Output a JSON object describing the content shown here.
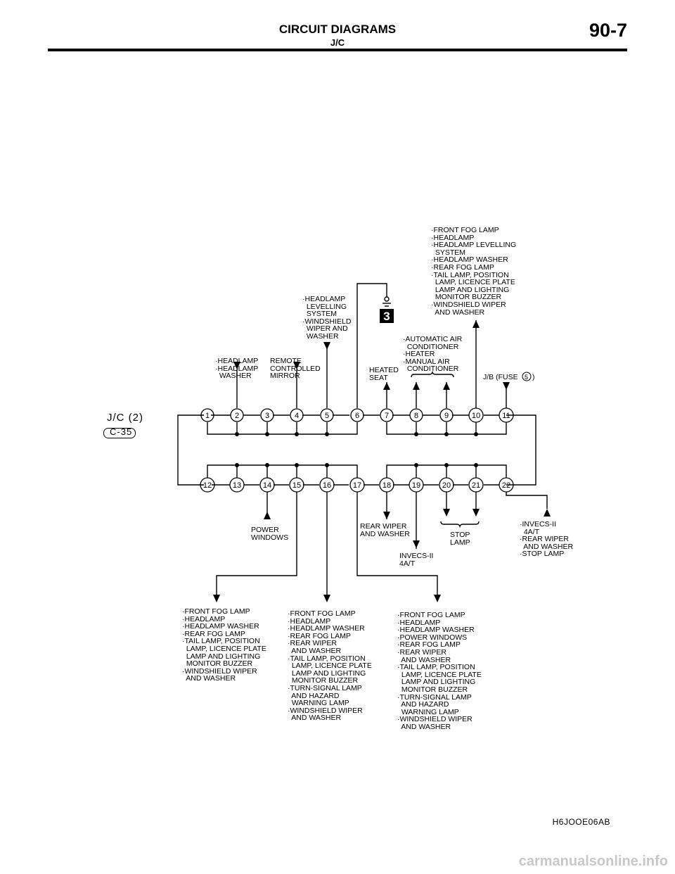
{
  "header": {
    "title": "CIRCUIT DIAGRAMS",
    "subtitle": "J/C",
    "page": "90-7"
  },
  "connector": {
    "name": "J/C (2)",
    "code": "C-35"
  },
  "pins_top": [
    "1",
    "2",
    "3",
    "4",
    "5",
    "6",
    "7",
    "8",
    "9",
    "10",
    "11"
  ],
  "pins_bottom": [
    "12",
    "13",
    "14",
    "15",
    "16",
    "17",
    "18",
    "19",
    "20",
    "21",
    "22"
  ],
  "labels": {
    "p2": "·HEADLAMP\n·HEADLAMP\n  WASHER",
    "p4": "REMOTE\nCONTROLLED\nMIRROR",
    "p5": "·HEADLAMP\n  LEVELLING\n  SYSTEM\n·WINDSHIELD\n  WIPER AND\n  WASHER",
    "p7": "HEATED\nSEAT",
    "p89": "·AUTOMATIC AIR\n  CONDITIONER\n·HEATER\n·MANUAL AIR\n  CONDITIONER",
    "p10": "·FRONT FOG LAMP\n·HEADLAMP\n·HEADLAMP LEVELLING\n  SYSTEM\n·HEADLAMP WASHER\n·REAR FOG LAMP\n·TAIL LAMP, POSITION\n  LAMP, LICENCE PLATE\n  LAMP AND LIGHTING\n  MONITOR BUZZER\n·WINDSHIELD WIPER\n  AND WASHER",
    "p11": "J/B (FUSE",
    "fuse_num": "5",
    "fuse_close": ")",
    "ground": "3",
    "p14": "POWER\nWINDOWS",
    "p18": "REAR WIPER\nAND WASHER",
    "p19": "INVECS-II\n4A/T",
    "p2021": "STOP\nLAMP",
    "p22": "·INVECS-II\n  4A/T\n·REAR WIPER\n  AND WASHER\n·STOP LAMP",
    "p15": "·FRONT FOG LAMP\n·HEADLAMP\n·HEADLAMP WASHER\n·REAR FOG LAMP\n·TAIL LAMP, POSITION\n  LAMP, LICENCE PLATE\n  LAMP AND LIGHTING\n  MONITOR BUZZER\n·WINDSHIELD WIPER\n  AND WASHER",
    "p16": "·FRONT FOG LAMP\n·HEADLAMP\n·HEADLAMP WASHER\n·REAR FOG LAMP\n·REAR WIPER\n  AND WASHER\n·TAIL LAMP, POSITION\n  LAMP, LICENCE PLATE\n  LAMP AND LIGHTING\n  MONITOR BUZZER\n·TURN-SIGNAL LAMP\n  AND HAZARD\n  WARNING LAMP\n·WINDSHIELD WIPER\n  AND WASHER",
    "p17": "·FRONT FOG LAMP\n·HEADLAMP\n·HEADLAMP WASHER\n·POWER WINDOWS\n·REAR FOG LAMP\n·REAR WIPER\n  AND WASHER\n·TAIL LAMP, POSITION\n  LAMP, LICENCE PLATE\n  LAMP AND LIGHTING\n  MONITOR BUZZER\n·TURN-SIGNAL LAMP\n  AND HAZARD\n  WARNING LAMP\n·WINDSHIELD WIPER\n  AND WASHER"
  },
  "figure_code": "H6JOOE06AB",
  "watermark": "carmanualsonline.info"
}
